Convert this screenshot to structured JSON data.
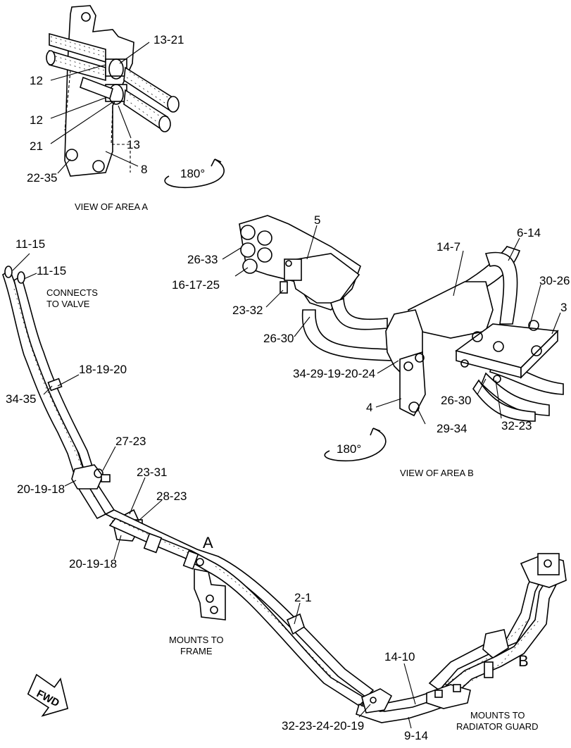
{
  "labels": {
    "a_13_21": "13-21",
    "a_12_top": "12",
    "a_12_mid": "12",
    "a_21": "21",
    "a_13": "13",
    "a_8": "8",
    "a_22_35": "22-35",
    "a_rotation": "180°",
    "view_area_a": "VIEW OF AREA A",
    "b_5": "5",
    "b_26_33": "26-33",
    "b_16_17_25": "16-17-25",
    "b_23_32": "23-32",
    "b_26_30_left": "26-30",
    "b_14_7": "14-7",
    "b_6_14": "6-14",
    "b_30_26": "30-26",
    "b_3": "3",
    "b_34_29_19_20_24": "34-29-19-20-24",
    "b_4": "4",
    "b_26_30_right": "26-30",
    "b_29_34": "29-34",
    "b_32_23": "32-23",
    "b_rotation": "180°",
    "view_area_b": "VIEW OF AREA B",
    "m_11_15_top": "11-15",
    "m_11_15_second": "11-15",
    "connects_to_valve_line1": "CONNECTS",
    "connects_to_valve_line2": "TO VALVE",
    "m_18_19_20": "18-19-20",
    "m_34_35": "34-35",
    "m_27_23": "27-23",
    "m_20_19_18_top": "20-19-18",
    "m_23_31": "23-31",
    "m_28_23": "28-23",
    "m_20_19_18_bottom": "20-19-18",
    "area_a_marker": "A",
    "mounts_to_frame_line1": "MOUNTS TO",
    "mounts_to_frame_line2": "FRAME",
    "m_2_1": "2-1",
    "m_14_10": "14-10",
    "area_b_marker": "B",
    "fwd": "FWD",
    "m_32_23_24_20_19": "32-23-24-20-19",
    "m_9_14": "9-14",
    "mounts_to_radiator_line1": "MOUNTS TO",
    "mounts_to_radiator_line2": "RADIATOR GUARD"
  }
}
